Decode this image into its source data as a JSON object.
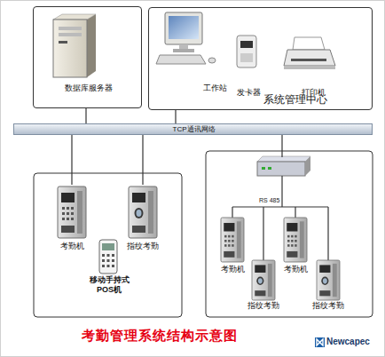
{
  "diagram": {
    "title": "考勤管理系统结构示意图",
    "nodes": [
      {
        "text": [
          "数据库服务器"
        ]
      },
      {
        "text": [
          "系统管理中心"
        ]
      },
      {
        "text": [
          "工作站"
        ],
        "in": 1
      },
      {
        "text": [
          "发卡器"
        ],
        "in": 1
      },
      {
        "text": [
          "打印机"
        ],
        "in": 1
      },
      {
        "text": [
          "TCP通讯网络"
        ]
      },
      {
        "text": [
          "考勤机"
        ]
      },
      {
        "text": [
          "指纹考勤"
        ]
      },
      {
        "text": [
          "移动手持式 POS机"
        ]
      },
      {
        "text": [
          "考勤机"
        ]
      },
      {
        "text": [
          "考勤机"
        ]
      },
      {
        "text": [
          "指纹考勤"
        ]
      },
      {
        "text": [
          "指纹考勤"
        ]
      }
    ],
    "edges": [
      {
        "from": 0,
        "to": 5,
        "arrow": "none"
      },
      {
        "from": 1,
        "to": 5,
        "arrow": "none"
      },
      {
        "from": 5,
        "to": 6,
        "arrow": "none"
      },
      {
        "from": 5,
        "to": 7,
        "arrow": "none"
      }
    ],
    "labels": [
      "RS 485",
      "Newcapec"
    ]
  }
}
